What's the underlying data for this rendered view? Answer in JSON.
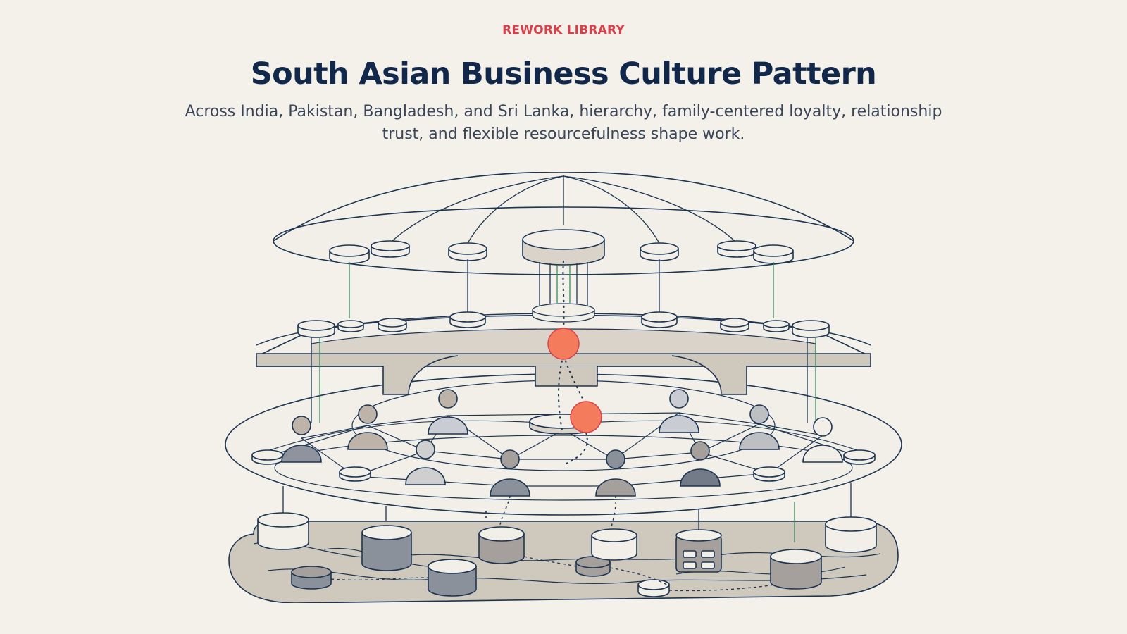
{
  "header": {
    "eyebrow": "REWORK LIBRARY",
    "title": "South Asian Business Culture Pattern",
    "subtitle": "Across India, Pakistan, Bangladesh, and Sri Lanka, hierarchy, family-centered loyalty, relationship trust, and flexible resourcefulness shape work."
  },
  "illustration": {
    "colors": {
      "background": "#f4f1eb",
      "ink": "#1d3552",
      "platform_fill": "#f2efe8",
      "band_fill": "#cfc8bd",
      "accent": "#f47c5c",
      "accent_stroke": "#d8404a",
      "green_line": "#3a8a5a",
      "eyebrow": "#d8404a",
      "title": "#12284a"
    },
    "figure_tones": [
      "#8e939d",
      "#bdb3a8",
      "#c9cdd3",
      "#8b919a",
      "#cfcfcf",
      "#a5a09b",
      "#737b88",
      "#f2efe8"
    ]
  }
}
